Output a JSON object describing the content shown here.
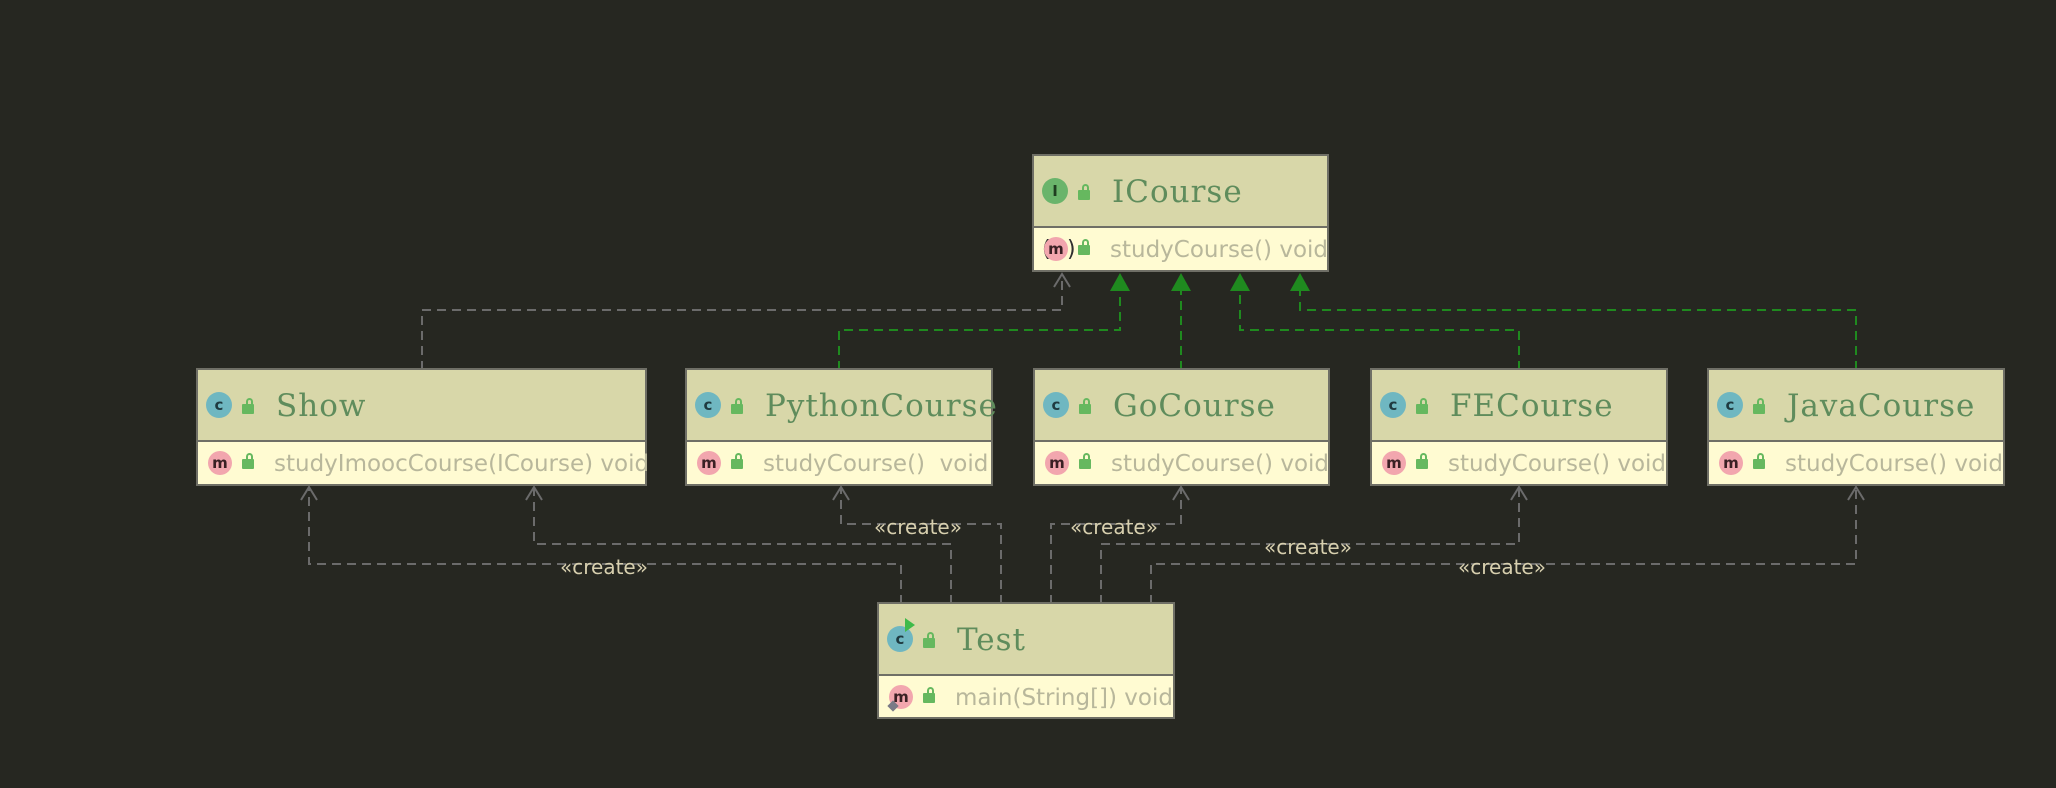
{
  "diagram": {
    "type": "uml-class-diagram",
    "edge_label": "«create»",
    "nodes": {
      "icourse": {
        "kind_badge": "I",
        "name": "ICourse",
        "method_badge": "m",
        "member": "studyCourse() void"
      },
      "show": {
        "kind_badge": "c",
        "name": "Show",
        "method_badge": "m",
        "member": "studyImoocCourse(ICourse) void"
      },
      "python": {
        "kind_badge": "c",
        "name": "PythonCourse",
        "method_badge": "m",
        "member": "studyCourse()  void"
      },
      "go": {
        "kind_badge": "c",
        "name": "GoCourse",
        "method_badge": "m",
        "member": "studyCourse() void"
      },
      "fe": {
        "kind_badge": "c",
        "name": "FECourse",
        "method_badge": "m",
        "member": "studyCourse() void"
      },
      "java": {
        "kind_badge": "c",
        "name": "JavaCourse",
        "method_badge": "m",
        "member": "studyCourse() void"
      },
      "test": {
        "kind_badge": "c",
        "name": "Test",
        "method_badge": "m",
        "member": "main(String[]) void"
      }
    },
    "colors": {
      "background": "#262721",
      "header": "#d8d7a9",
      "body": "#fffbd2",
      "border": "#6f6f66",
      "title_text": "#5f8c5c",
      "member_text": "#b8b79b",
      "implements_edge": "#1f8a1f",
      "dependency_edge": "#6b6b6b",
      "label_text": "#d7cfae"
    },
    "relations": [
      {
        "from": "Show",
        "to": "ICourse",
        "type": "dependency"
      },
      {
        "from": "PythonCourse",
        "to": "ICourse",
        "type": "realization"
      },
      {
        "from": "GoCourse",
        "to": "ICourse",
        "type": "realization"
      },
      {
        "from": "FECourse",
        "to": "ICourse",
        "type": "realization"
      },
      {
        "from": "JavaCourse",
        "to": "ICourse",
        "type": "realization"
      },
      {
        "from": "Test",
        "to": "Show",
        "type": "create"
      },
      {
        "from": "Test",
        "to": "PythonCourse",
        "type": "create"
      },
      {
        "from": "Test",
        "to": "GoCourse",
        "type": "create"
      },
      {
        "from": "Test",
        "to": "FECourse",
        "type": "create"
      },
      {
        "from": "Test",
        "to": "JavaCourse",
        "type": "create"
      }
    ]
  }
}
